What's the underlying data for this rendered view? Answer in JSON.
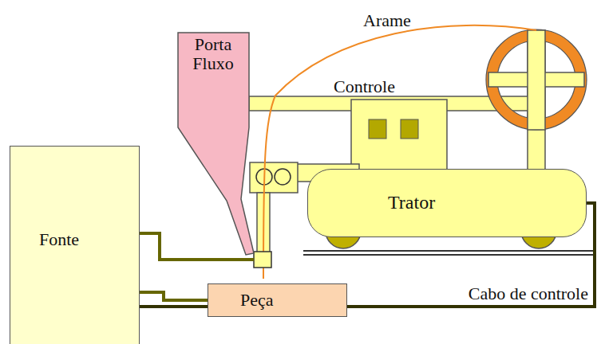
{
  "diagram": {
    "nodes": [
      {
        "text": [
          "Porta Fluxo"
        ]
      },
      {
        "text": [
          "Fonte"
        ]
      },
      {
        "text": [
          "Trator"
        ]
      },
      {
        "text": [
          "Peça"
        ]
      }
    ],
    "edges": [
      {
        "from": 1,
        "to": 3,
        "arrow": "none"
      },
      {
        "from": 1,
        "to": 2,
        "label": "Cabo de controle",
        "arrow": "none"
      }
    ],
    "labels": [
      "Arame",
      "Controle"
    ]
  }
}
